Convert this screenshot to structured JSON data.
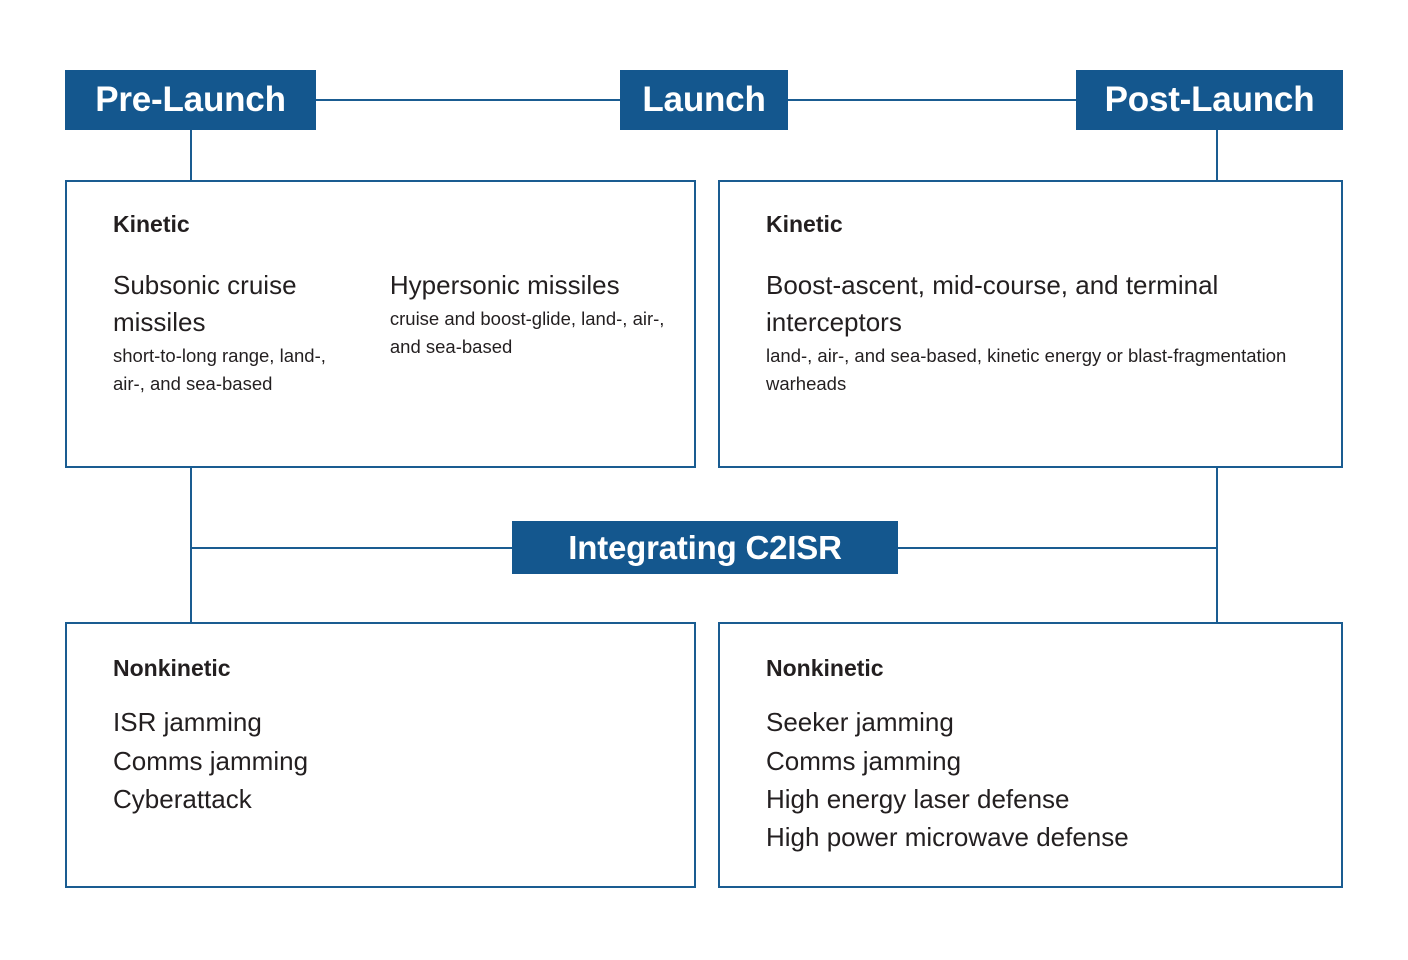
{
  "diagram": {
    "title_phases": [
      "Pre-Launch",
      "Launch",
      "Post-Launch"
    ],
    "accent_blue": "#14578E",
    "line_blue": "#1a5c91",
    "text_color": "#231f20"
  },
  "headers": {
    "pre_launch": "Pre-Launch",
    "launch": "Launch",
    "post_launch": "Post-Launch"
  },
  "band": {
    "label": "Integrating C2ISR"
  },
  "panels": {
    "kinetic_left": {
      "title": "Kinetic",
      "columns": [
        {
          "lead": "Subsonic cruise missiles",
          "sub": "short-to-long range, land-, air-, and sea-based"
        },
        {
          "lead": "Hypersonic missiles",
          "sub": "cruise and boost-glide, land-, air-, and sea-based"
        }
      ]
    },
    "kinetic_right": {
      "title": "Kinetic",
      "columns": [
        {
          "lead": "Boost-ascent, mid-course, and terminal interceptors",
          "sub": "land-, air-, and sea-based, kinetic energy or blast-fragmentation warheads"
        }
      ]
    },
    "nonkinetic_left": {
      "title": "Nonkinetic",
      "items": [
        "ISR jamming",
        "Comms jamming",
        "Cyberattack"
      ]
    },
    "nonkinetic_right": {
      "title": "Nonkinetic",
      "items": [
        "Seeker jamming",
        "Comms jamming",
        "High energy laser defense",
        "High power microwave defense"
      ]
    }
  }
}
